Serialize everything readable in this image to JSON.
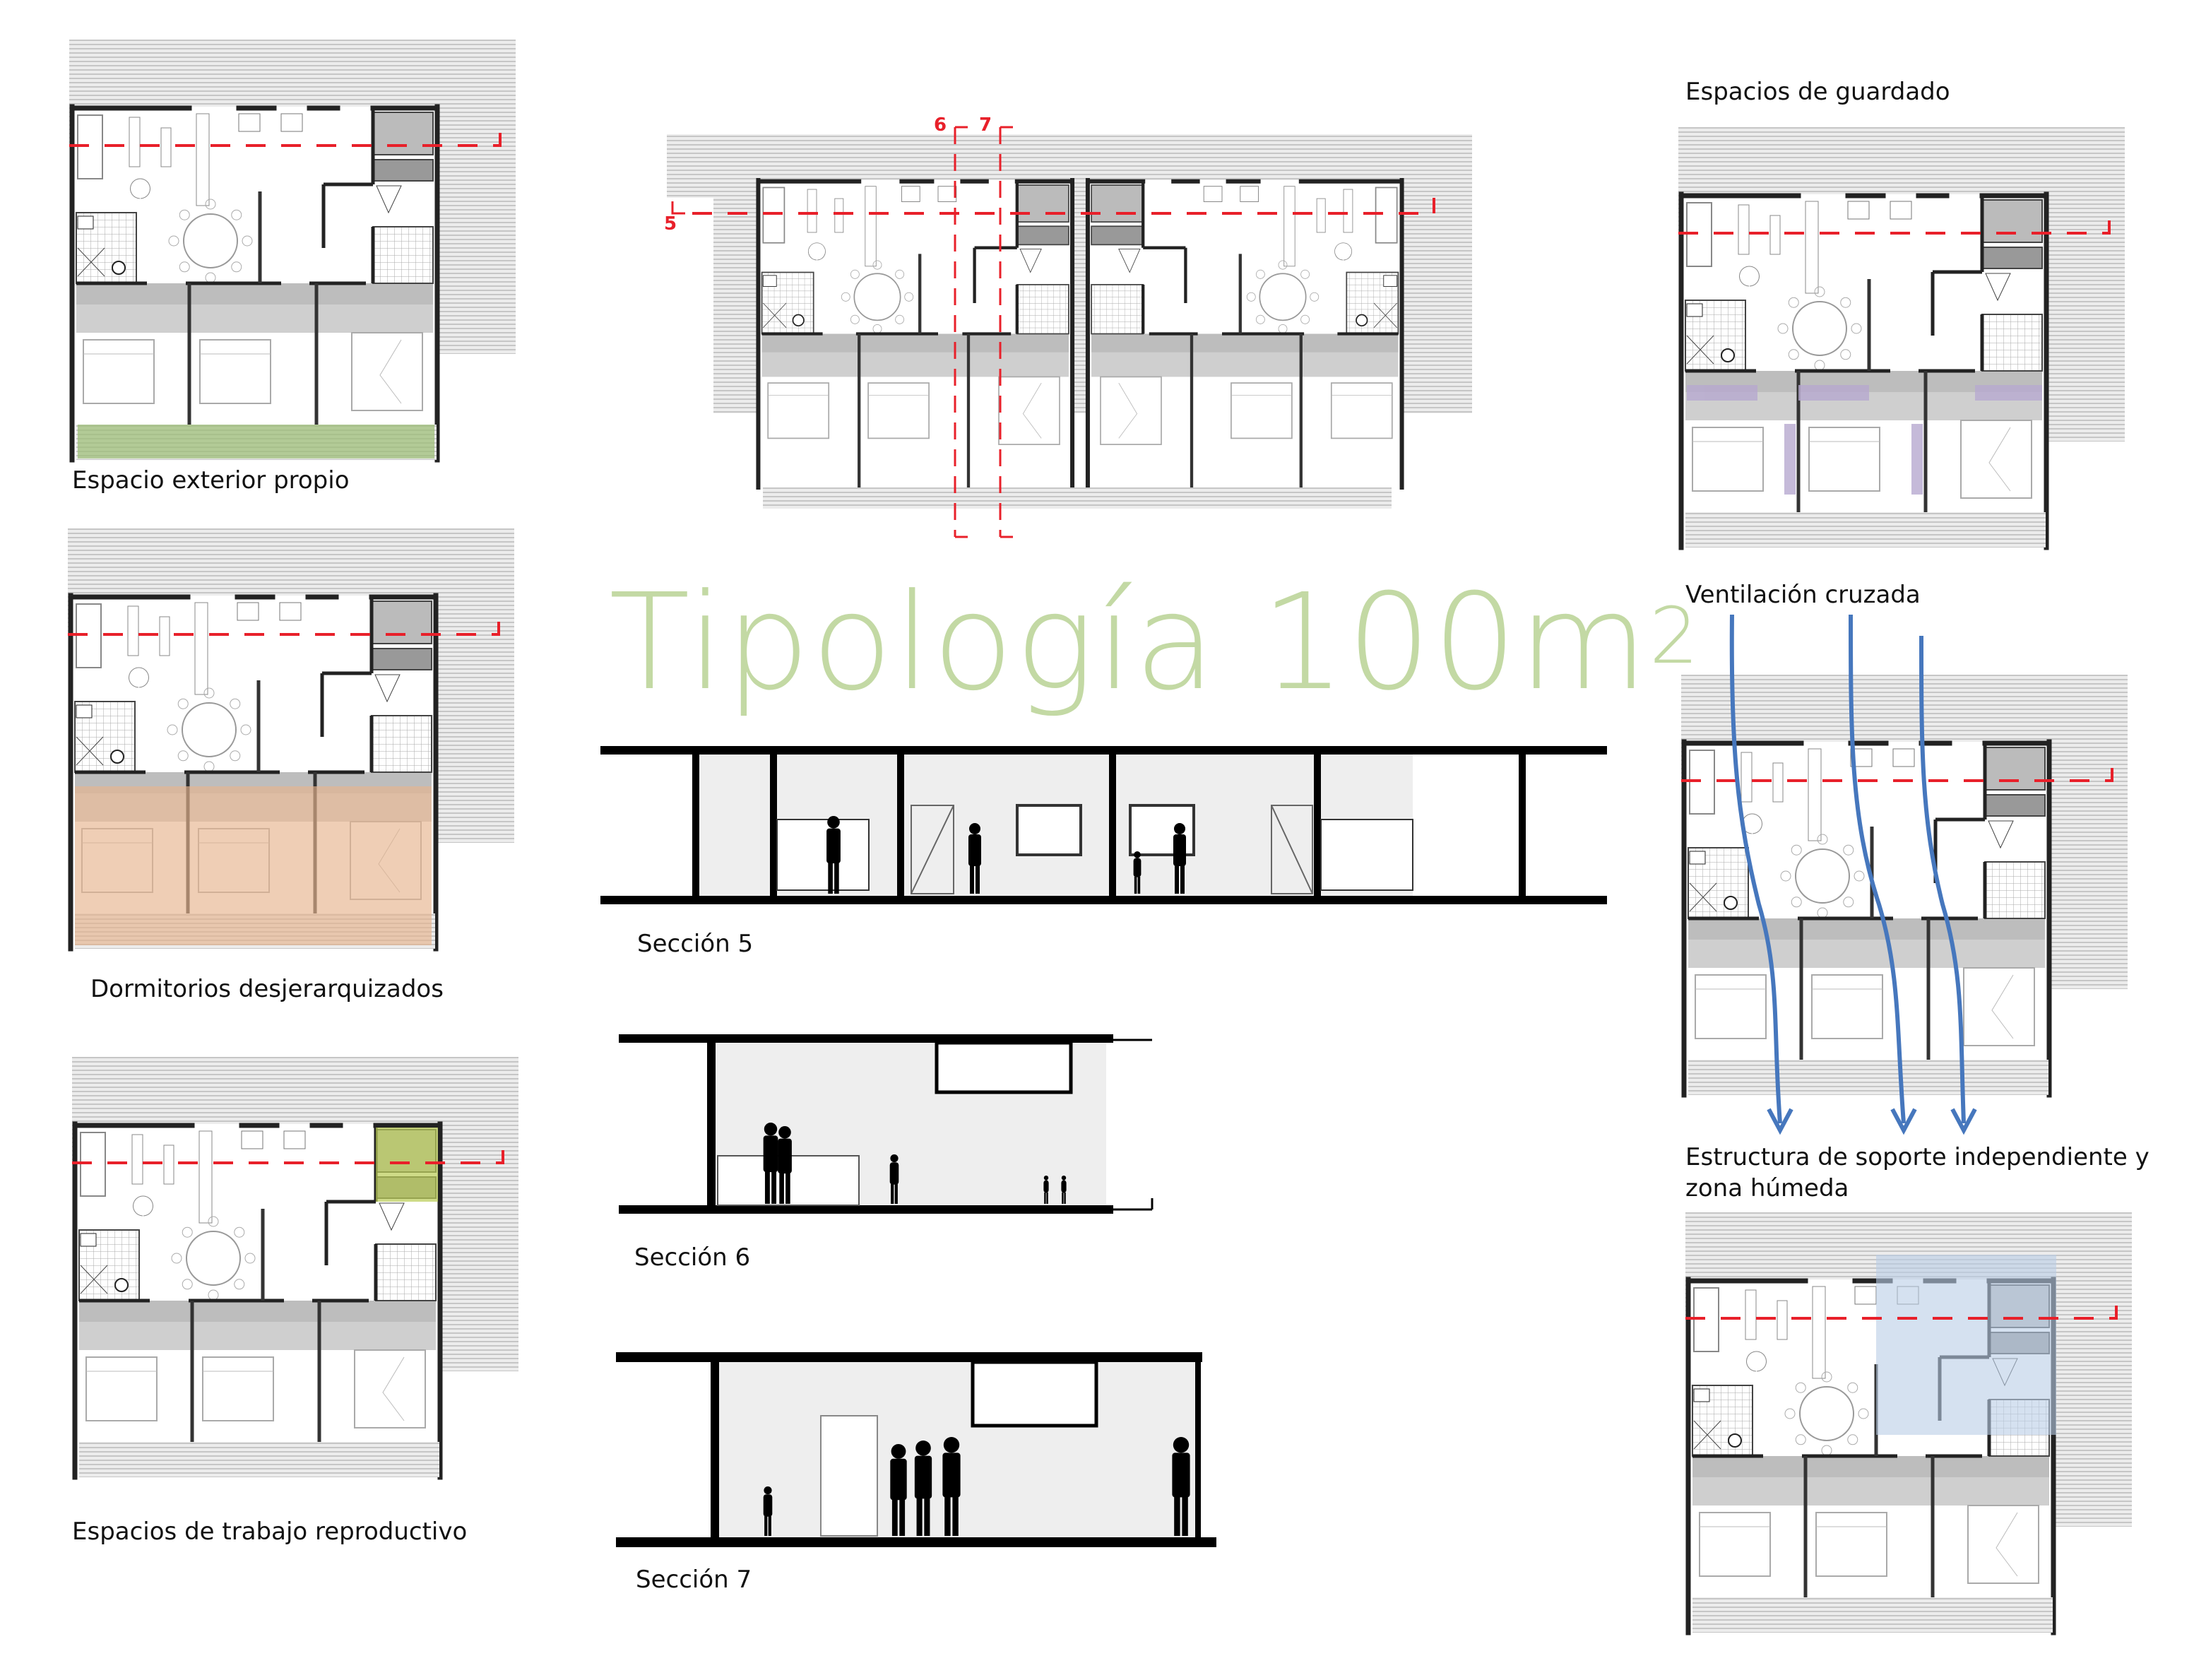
{
  "title": {
    "main": "Tipología 100m",
    "sup": "2"
  },
  "plans_left": [
    {
      "label": "Espacio exterior propio",
      "highlight": "green"
    },
    {
      "label": "Dormitorios desjerarquizados",
      "highlight": "orange"
    },
    {
      "label": "Espacios de trabajo reproductivo",
      "highlight": "yellow"
    }
  ],
  "plans_right": [
    {
      "label": "Espacios de guardado",
      "highlight": "purple"
    },
    {
      "label": "Ventilación cruzada",
      "highlight": "arrows"
    },
    {
      "label": "Estructura de soporte independiente y zona húmeda",
      "highlight": "blue"
    }
  ],
  "section_markers": {
    "s5": "5",
    "s6": "6",
    "s7": "7"
  },
  "sections": [
    {
      "label": "Sección 5"
    },
    {
      "label": "Sección 6"
    },
    {
      "label": "Sección 7"
    }
  ],
  "colors": {
    "title": "#c3d9a4",
    "cut_line": "#e8202a",
    "green": "#9fbf7a",
    "orange": "#e7b48e",
    "yellow": "#b9cc54",
    "purple": "#b7a9cf",
    "blue": "#b9cde6",
    "arrow": "#4677bd"
  }
}
